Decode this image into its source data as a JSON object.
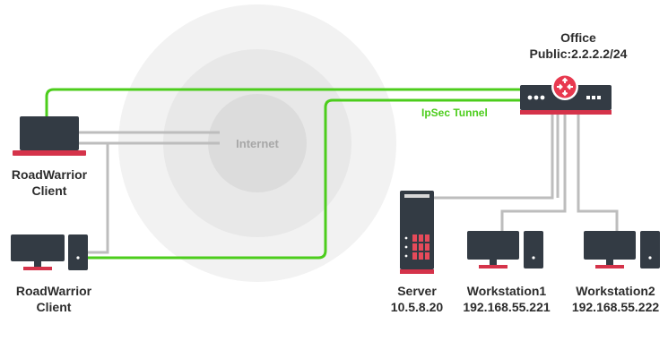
{
  "colors": {
    "tunnel": "#4ccd1c",
    "link": "#bdbdbd",
    "device_dark": "#333b44",
    "accent_red": "#d5334a",
    "internet_outer": "#f2f2f2",
    "internet_mid": "#e8e8e8",
    "internet_inner": "#dcdcdc",
    "router_symbol": "#e8394f"
  },
  "nodes": {
    "office": {
      "line1": "Office",
      "line2": "Public:2.2.2.2/24",
      "icon": "router-icon"
    },
    "internet": {
      "label": "Internet",
      "icon": "internet-cloud"
    },
    "tunnel": {
      "label": "IpSec Tunnel"
    },
    "roadwarrior_laptop": {
      "line1": "RoadWarrior",
      "line2": "Client",
      "icon": "laptop-icon"
    },
    "roadwarrior_desktop": {
      "line1": "RoadWarrior",
      "line2": "Client",
      "icon": "desktop-icon"
    },
    "server": {
      "line1": "Server",
      "line2": "10.5.8.20",
      "icon": "server-icon"
    },
    "workstation1": {
      "line1": "Workstation1",
      "line2": "192.168.55.221",
      "icon": "desktop-icon"
    },
    "workstation2": {
      "line1": "Workstation2",
      "line2": "192.168.55.222",
      "icon": "desktop-icon"
    }
  }
}
